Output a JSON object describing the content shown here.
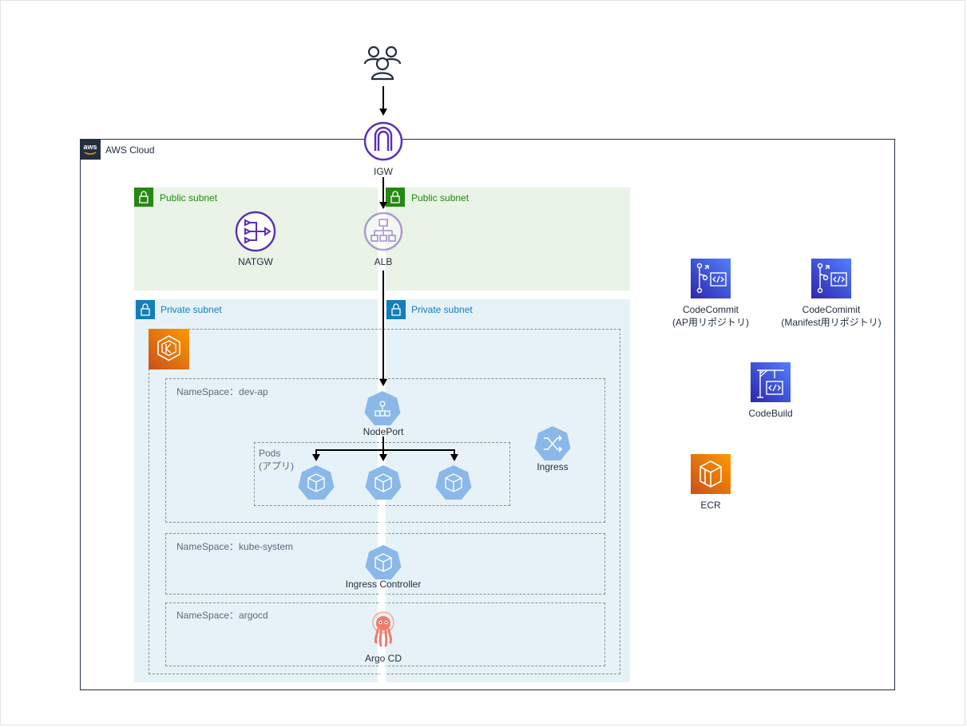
{
  "users": {
    "icon": "users-icon"
  },
  "igw": {
    "label": "IGW",
    "icon": "internet-gateway-icon"
  },
  "aws_cloud": {
    "label": "AWS Cloud",
    "icon": "aws-logo-icon"
  },
  "public_subnet_1": {
    "label": "Public subnet",
    "icon": "lock-icon"
  },
  "public_subnet_2": {
    "label": "Public subnet",
    "icon": "lock-icon"
  },
  "private_subnet_1": {
    "label": "Private subnet",
    "icon": "lock-icon"
  },
  "private_subnet_2": {
    "label": "Private subnet",
    "icon": "lock-icon"
  },
  "natgw": {
    "label": "NATGW",
    "icon": "nat-gateway-icon"
  },
  "alb": {
    "label": "ALB",
    "icon": "load-balancer-icon"
  },
  "eks": {
    "icon": "eks-icon"
  },
  "ns_dev_ap": {
    "label": "NameSpace：dev-ap"
  },
  "ns_kube_system": {
    "label": "NameSpace：kube-system"
  },
  "ns_argocd": {
    "label": "NameSpace：argocd"
  },
  "nodeport": {
    "label": "NodePort",
    "icon": "service-icon"
  },
  "pods": {
    "label": "Pods",
    "sublabel": "(アプリ)",
    "icon": "pod-icon"
  },
  "ingress": {
    "label": "Ingress",
    "icon": "ingress-icon"
  },
  "ingress_controller": {
    "label": "Ingress Controller",
    "icon": "pod-icon"
  },
  "argocd": {
    "label": "Argo CD",
    "icon": "argo-octopus-icon"
  },
  "codecommit_ap": {
    "label": "CodeCommit",
    "sublabel": "(AP用リポジトリ)",
    "icon": "codecommit-icon"
  },
  "codecommit_manifest": {
    "label": "CodeComimit",
    "sublabel": "(Manifest用リポジトリ)",
    "icon": "codecommit-icon"
  },
  "codebuild": {
    "label": "CodeBuild",
    "icon": "codebuild-icon"
  },
  "ecr": {
    "label": "ECR",
    "icon": "ecr-icon"
  },
  "colors": {
    "aws_purple": "#8c4fff",
    "network_purple": "#5a30b5",
    "devtools_blue": "#3b48cc",
    "eks_orange": "#ed7100",
    "k8s_blue": "#326ce5",
    "k8s_hex": "#8ab8e8",
    "public_green": "#248814",
    "private_blue": "#147eba"
  }
}
